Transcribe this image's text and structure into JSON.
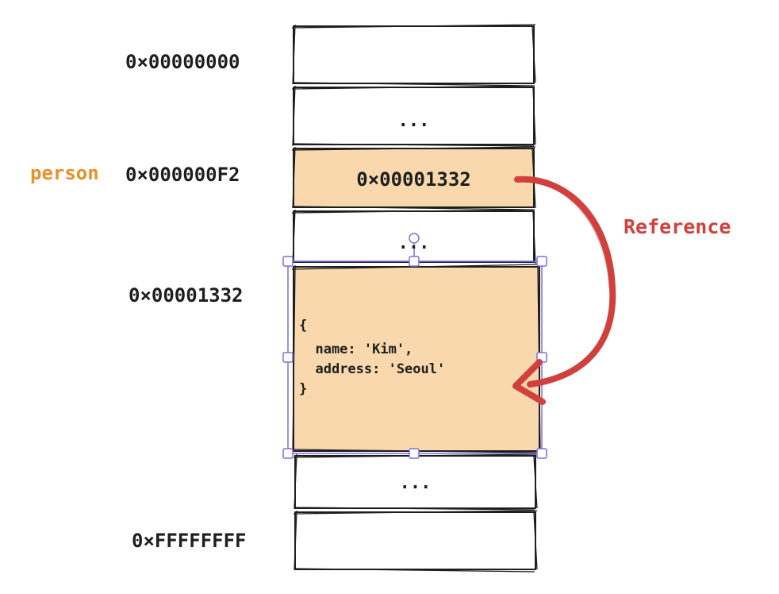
{
  "addresses": {
    "first": "0×00000000",
    "person_slot": "0×000000F2",
    "object_slot": "0×00001332",
    "last": "0×FFFFFFFF"
  },
  "variable_name": "person",
  "cells": {
    "ellipsis_1": "...",
    "person_value": "0×00001332",
    "ellipsis_2": "...",
    "ellipsis_3": "..."
  },
  "object_lines": [
    "{",
    "  name: 'Kim',",
    "  address: 'Seoul'",
    "}"
  ],
  "arrow_label": "Reference",
  "colors": {
    "stroke": "#1e1e1e",
    "highlight_fill": "#f8d8ac",
    "variable": "#e8902a",
    "arrow": "#d0413e",
    "selection": "#7b6fe0"
  }
}
